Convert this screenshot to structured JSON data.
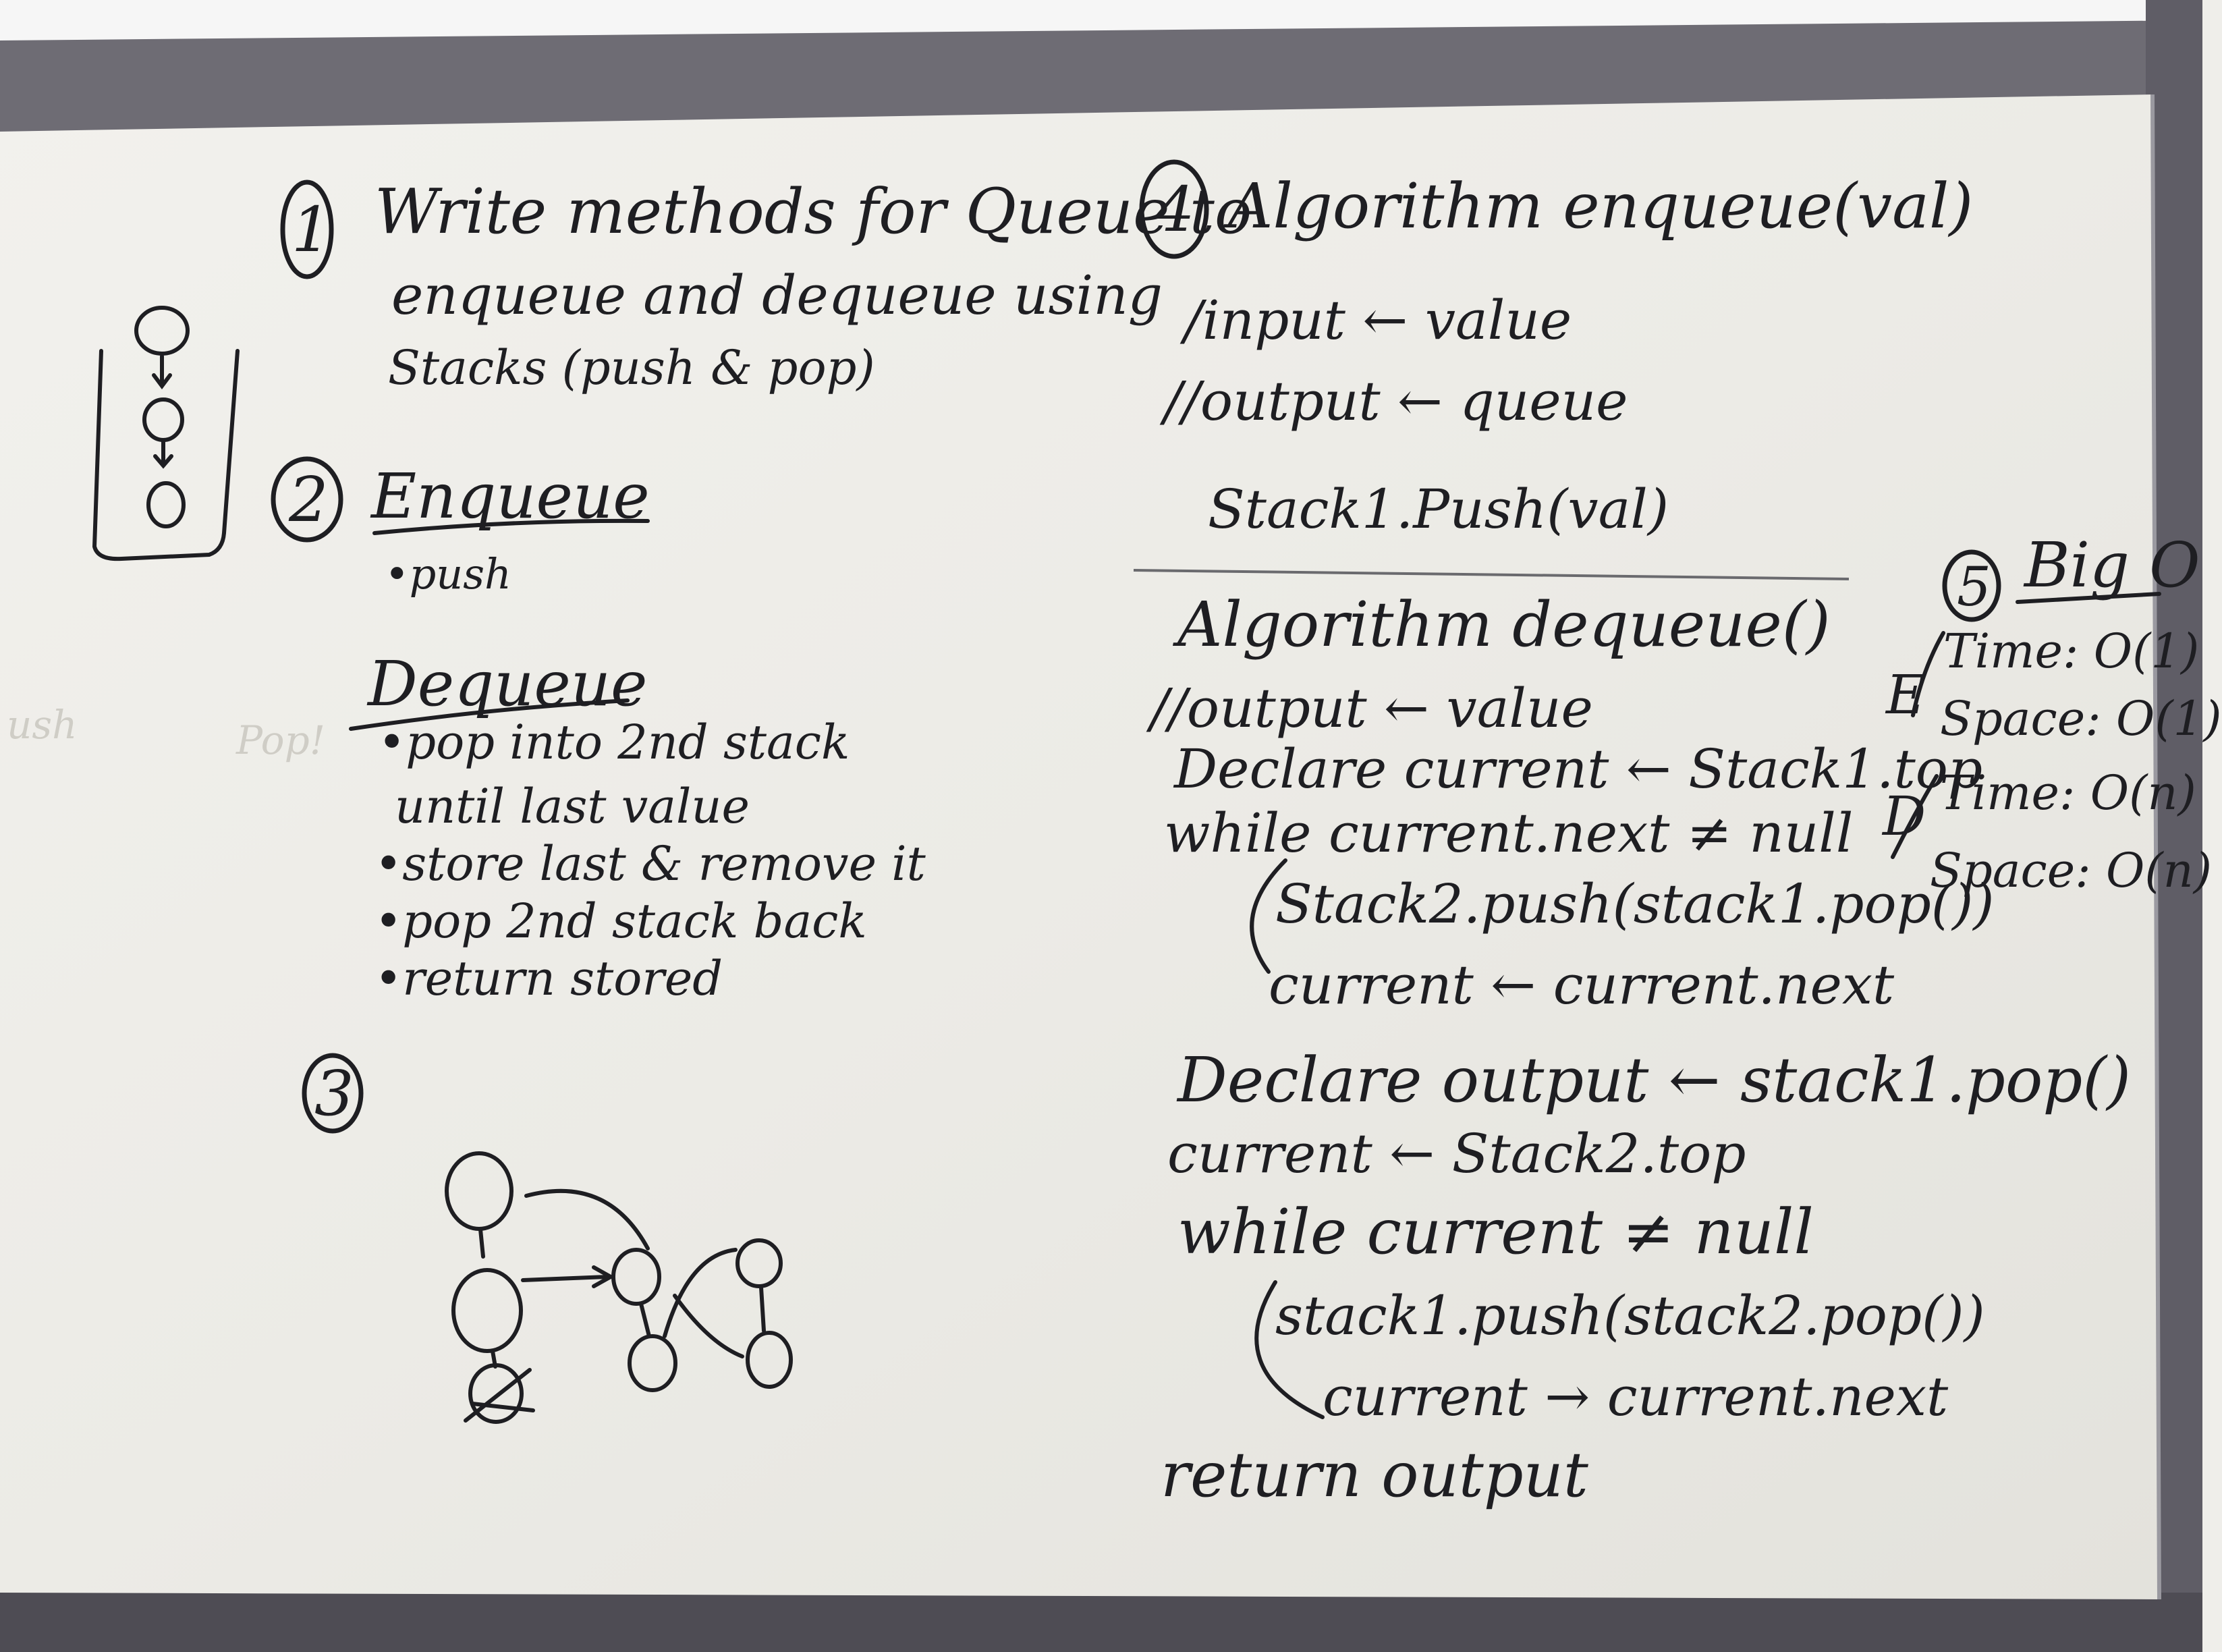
{
  "colors": {
    "wall": "#6e6c74",
    "board": "#efeeea",
    "ink": "#1e1e22",
    "ghost": "#cfcdc6"
  },
  "section1": {
    "number": "1",
    "lines": [
      "Write methods for Queue to",
      "enqueue and dequeue using",
      "Stacks (push & pop)"
    ]
  },
  "section2": {
    "number": "2",
    "enqueue_heading": "Enqueue",
    "enqueue_bullets": [
      "•push"
    ],
    "dequeue_heading": "Dequeue",
    "dequeue_bullets": [
      "•pop into 2nd stack",
      "until last value",
      "•store last & remove it",
      "•pop 2nd stack back",
      "•return stored"
    ]
  },
  "section3": {
    "number": "3"
  },
  "ghost_text": [
    "ush",
    "Pop!"
  ],
  "section4": {
    "number": "4",
    "enqueue_title": "Algorithm enqueue(val)",
    "enqueue_lines": [
      "/input ← value",
      "//output ← queue",
      "Stack1.Push(val)"
    ],
    "dequeue_title": "Algorithm dequeue()",
    "dequeue_lines": [
      "//output ← value",
      "Declare current ← Stack1.top",
      "while current.next ≠ null",
      "Stack2.push(stack1.pop())",
      "current ← current.next",
      "Declare output ← stack1.pop()",
      "current ← Stack2.top",
      "while current ≠ null",
      "stack1.push(stack2.pop())",
      "current → current.next",
      "return output"
    ]
  },
  "section5": {
    "number": "5",
    "title": "Big O",
    "e_label": "E",
    "d_label": "D",
    "e_lines": [
      "Time: O(1)",
      "Space: O(1)"
    ],
    "d_lines": [
      "Time: O(n)",
      "Space: O(n)"
    ]
  }
}
